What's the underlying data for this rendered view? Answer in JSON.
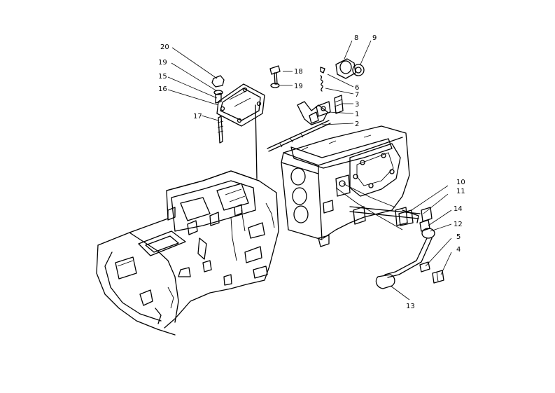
{
  "part_numbers": {
    "p1": "1",
    "p2": "2",
    "p3": "3",
    "p4": "4",
    "p5": "5",
    "p6": "6",
    "p7": "7",
    "p8": "8",
    "p9": "9",
    "p10": "10",
    "p11": "11",
    "p12": "12",
    "p13": "13",
    "p14": "14",
    "p15": "15",
    "p16": "16",
    "p17": "17",
    "p18": "18",
    "p19a": "19",
    "p19b": "19",
    "p20": "20"
  }
}
